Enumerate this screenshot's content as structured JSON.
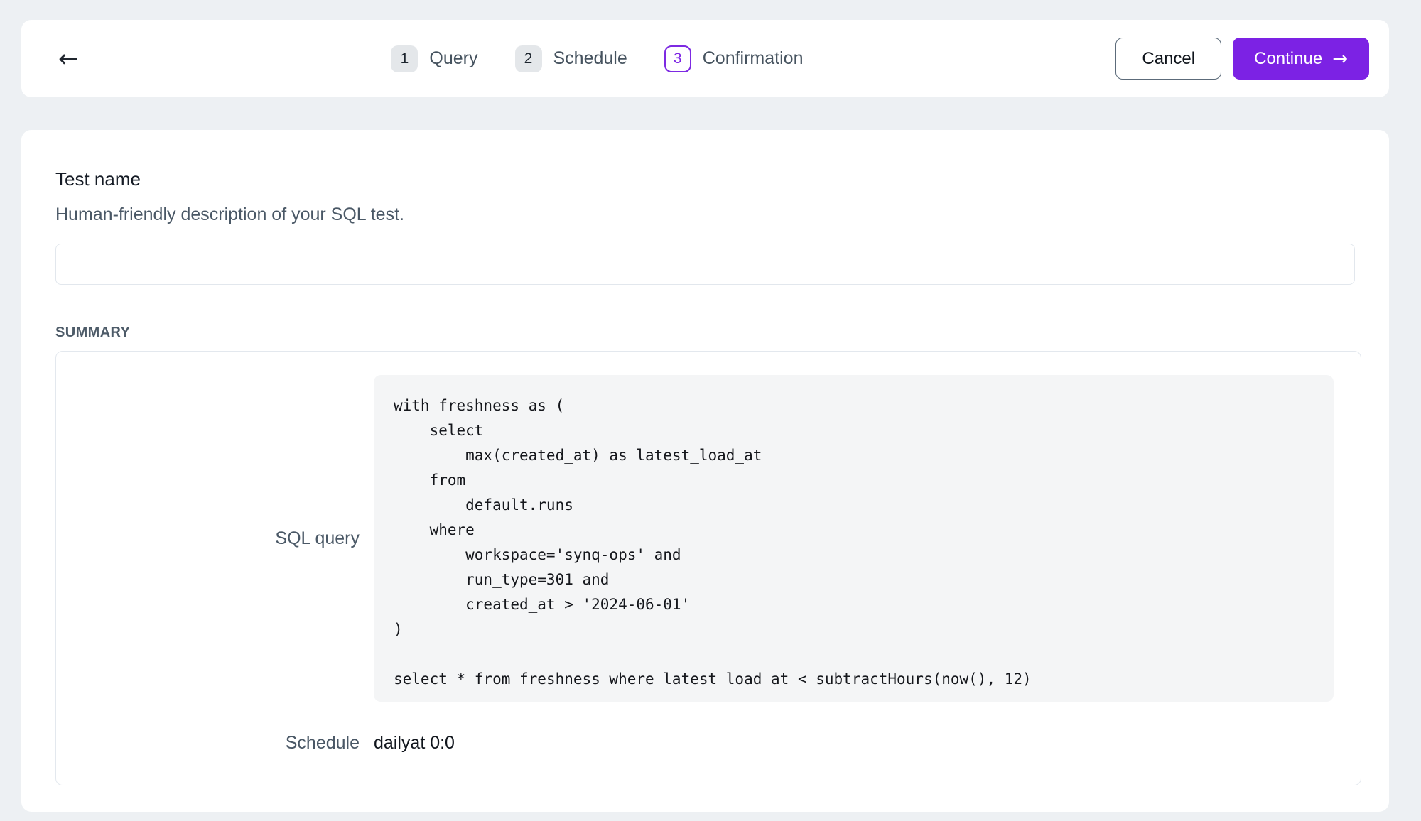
{
  "header": {
    "back_icon": "←",
    "steps": [
      {
        "number": "1",
        "label": "Query"
      },
      {
        "number": "2",
        "label": "Schedule"
      },
      {
        "number": "3",
        "label": "Confirmation"
      }
    ],
    "active_step": "Confirmation",
    "cancel_label": "Cancel",
    "continue_label": "Continue",
    "continue_arrow_icon": "→"
  },
  "form": {
    "title": "Test name",
    "description": "Human-friendly description of your SQL test.",
    "name_input_value": "",
    "name_input_placeholder": ""
  },
  "summary": {
    "heading": "SUMMARY",
    "sql_label": "SQL query",
    "sql_query": "with freshness as (\n    select\n        max(created_at) as latest_load_at\n    from\n        default.runs\n    where\n        workspace='synq-ops' and\n        run_type=301 and\n        created_at > '2024-06-01'\n)\n\nselect * from freshness where latest_load_at < subtractHours(now(), 12)",
    "schedule_label": "Schedule",
    "schedule_value": "dailyat 0:0"
  },
  "colors": {
    "accent_purple": "#7c22e4",
    "page_background": "#edf0f3",
    "slate_text": "#4a5866",
    "badge_background": "#e4e7ea",
    "code_background": "#f4f5f6"
  }
}
